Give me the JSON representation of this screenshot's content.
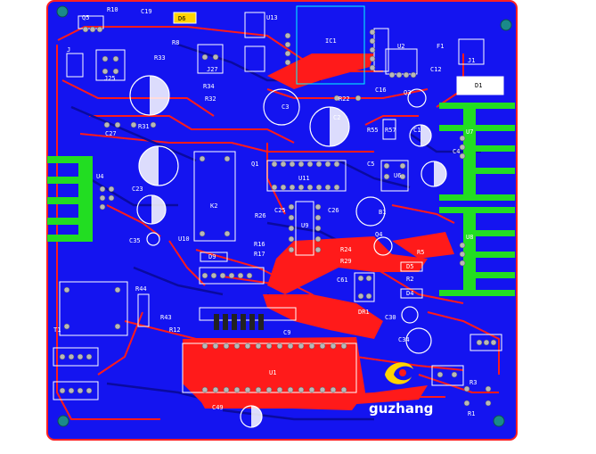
{
  "board": {
    "colors": {
      "background": "#ffffff",
      "copper_bottom": "#1414f0",
      "copper_top": "#ff1a1a",
      "heatsink": "#22dd22",
      "silk": "#ffffff",
      "pad": "#b8b8b8",
      "outline": "#ff2020",
      "courtyard": "#00ffff",
      "logo": "#ffd400"
    },
    "brand_text": "guzhang"
  },
  "labels": {
    "q5": "Q5",
    "r10": "R10",
    "c19": "C19",
    "d6": "D6",
    "r8": "R8",
    "u13": "U13",
    "ic1": "IC1",
    "u2": "U2",
    "f1": "F1",
    "j1": "J1",
    "j": "J",
    "j25": "J25",
    "r33": "R33",
    "j27": "J27",
    "r34": "R34",
    "r32": "R32",
    "r31": "R31",
    "r22": "R22",
    "c12": "C12",
    "d1": "D1",
    "c16": "C16",
    "q3": "Q3",
    "c2": "C2",
    "c3": "C3",
    "c27": "C27",
    "r55": "R55",
    "r57": "R57",
    "c1": "C1",
    "c5": "C5",
    "c4": "C4",
    "u7": "U7",
    "u8": "U8",
    "q1": "Q1",
    "u11": "U11",
    "k2": "K2",
    "c25": "C25",
    "c26": "C26",
    "u9": "U9",
    "u4": "U4",
    "b1": "B1",
    "u6": "U6",
    "c8": "C8",
    "c23": "C23",
    "r26": "R26",
    "c35": "C35",
    "r16": "R16",
    "r17": "R17",
    "q4": "Q4",
    "r24": "R24",
    "r29": "R29",
    "r5": "R5",
    "d5": "D5",
    "d9": "D9",
    "u10": "U10",
    "r44": "R44",
    "c61": "C61",
    "r2": "R2",
    "d4": "D4",
    "t1": "T1",
    "r43": "R43",
    "dr1": "DR1",
    "c30": "C30",
    "r12": "R12",
    "c9": "C9",
    "c34": "C34",
    "u1": "U1",
    "r3": "R3",
    "r1": "R1",
    "c49": "C49"
  }
}
